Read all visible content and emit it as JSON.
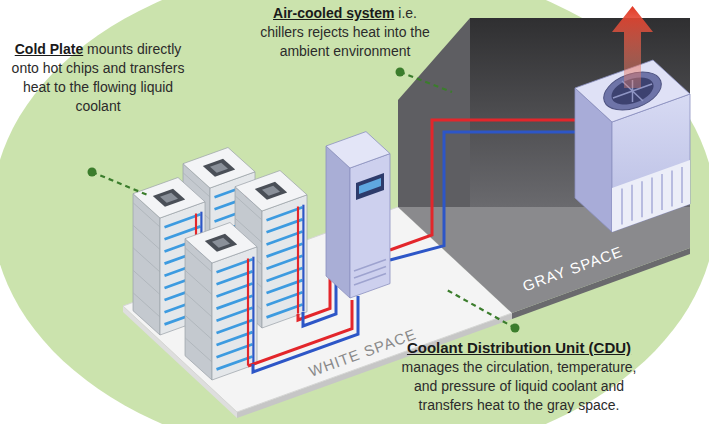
{
  "diagram": {
    "nodes": [
      {
        "text": [
          "WHITE SPACE"
        ]
      },
      {
        "text": [
          "GRAY SPACE"
        ]
      }
    ],
    "labels": [
      "Air-cooled system",
      "i.e. chillers rejects heat into the ambient environment",
      "Cold Plate",
      "mounts directly onto hot chips and transfers heat to the flowing liquid coolant",
      "Coolant Distribution Unit (CDU)",
      "manages the circulation, temperature, and pressure of liquid coolant and transfers heat to the gray space."
    ]
  }
}
